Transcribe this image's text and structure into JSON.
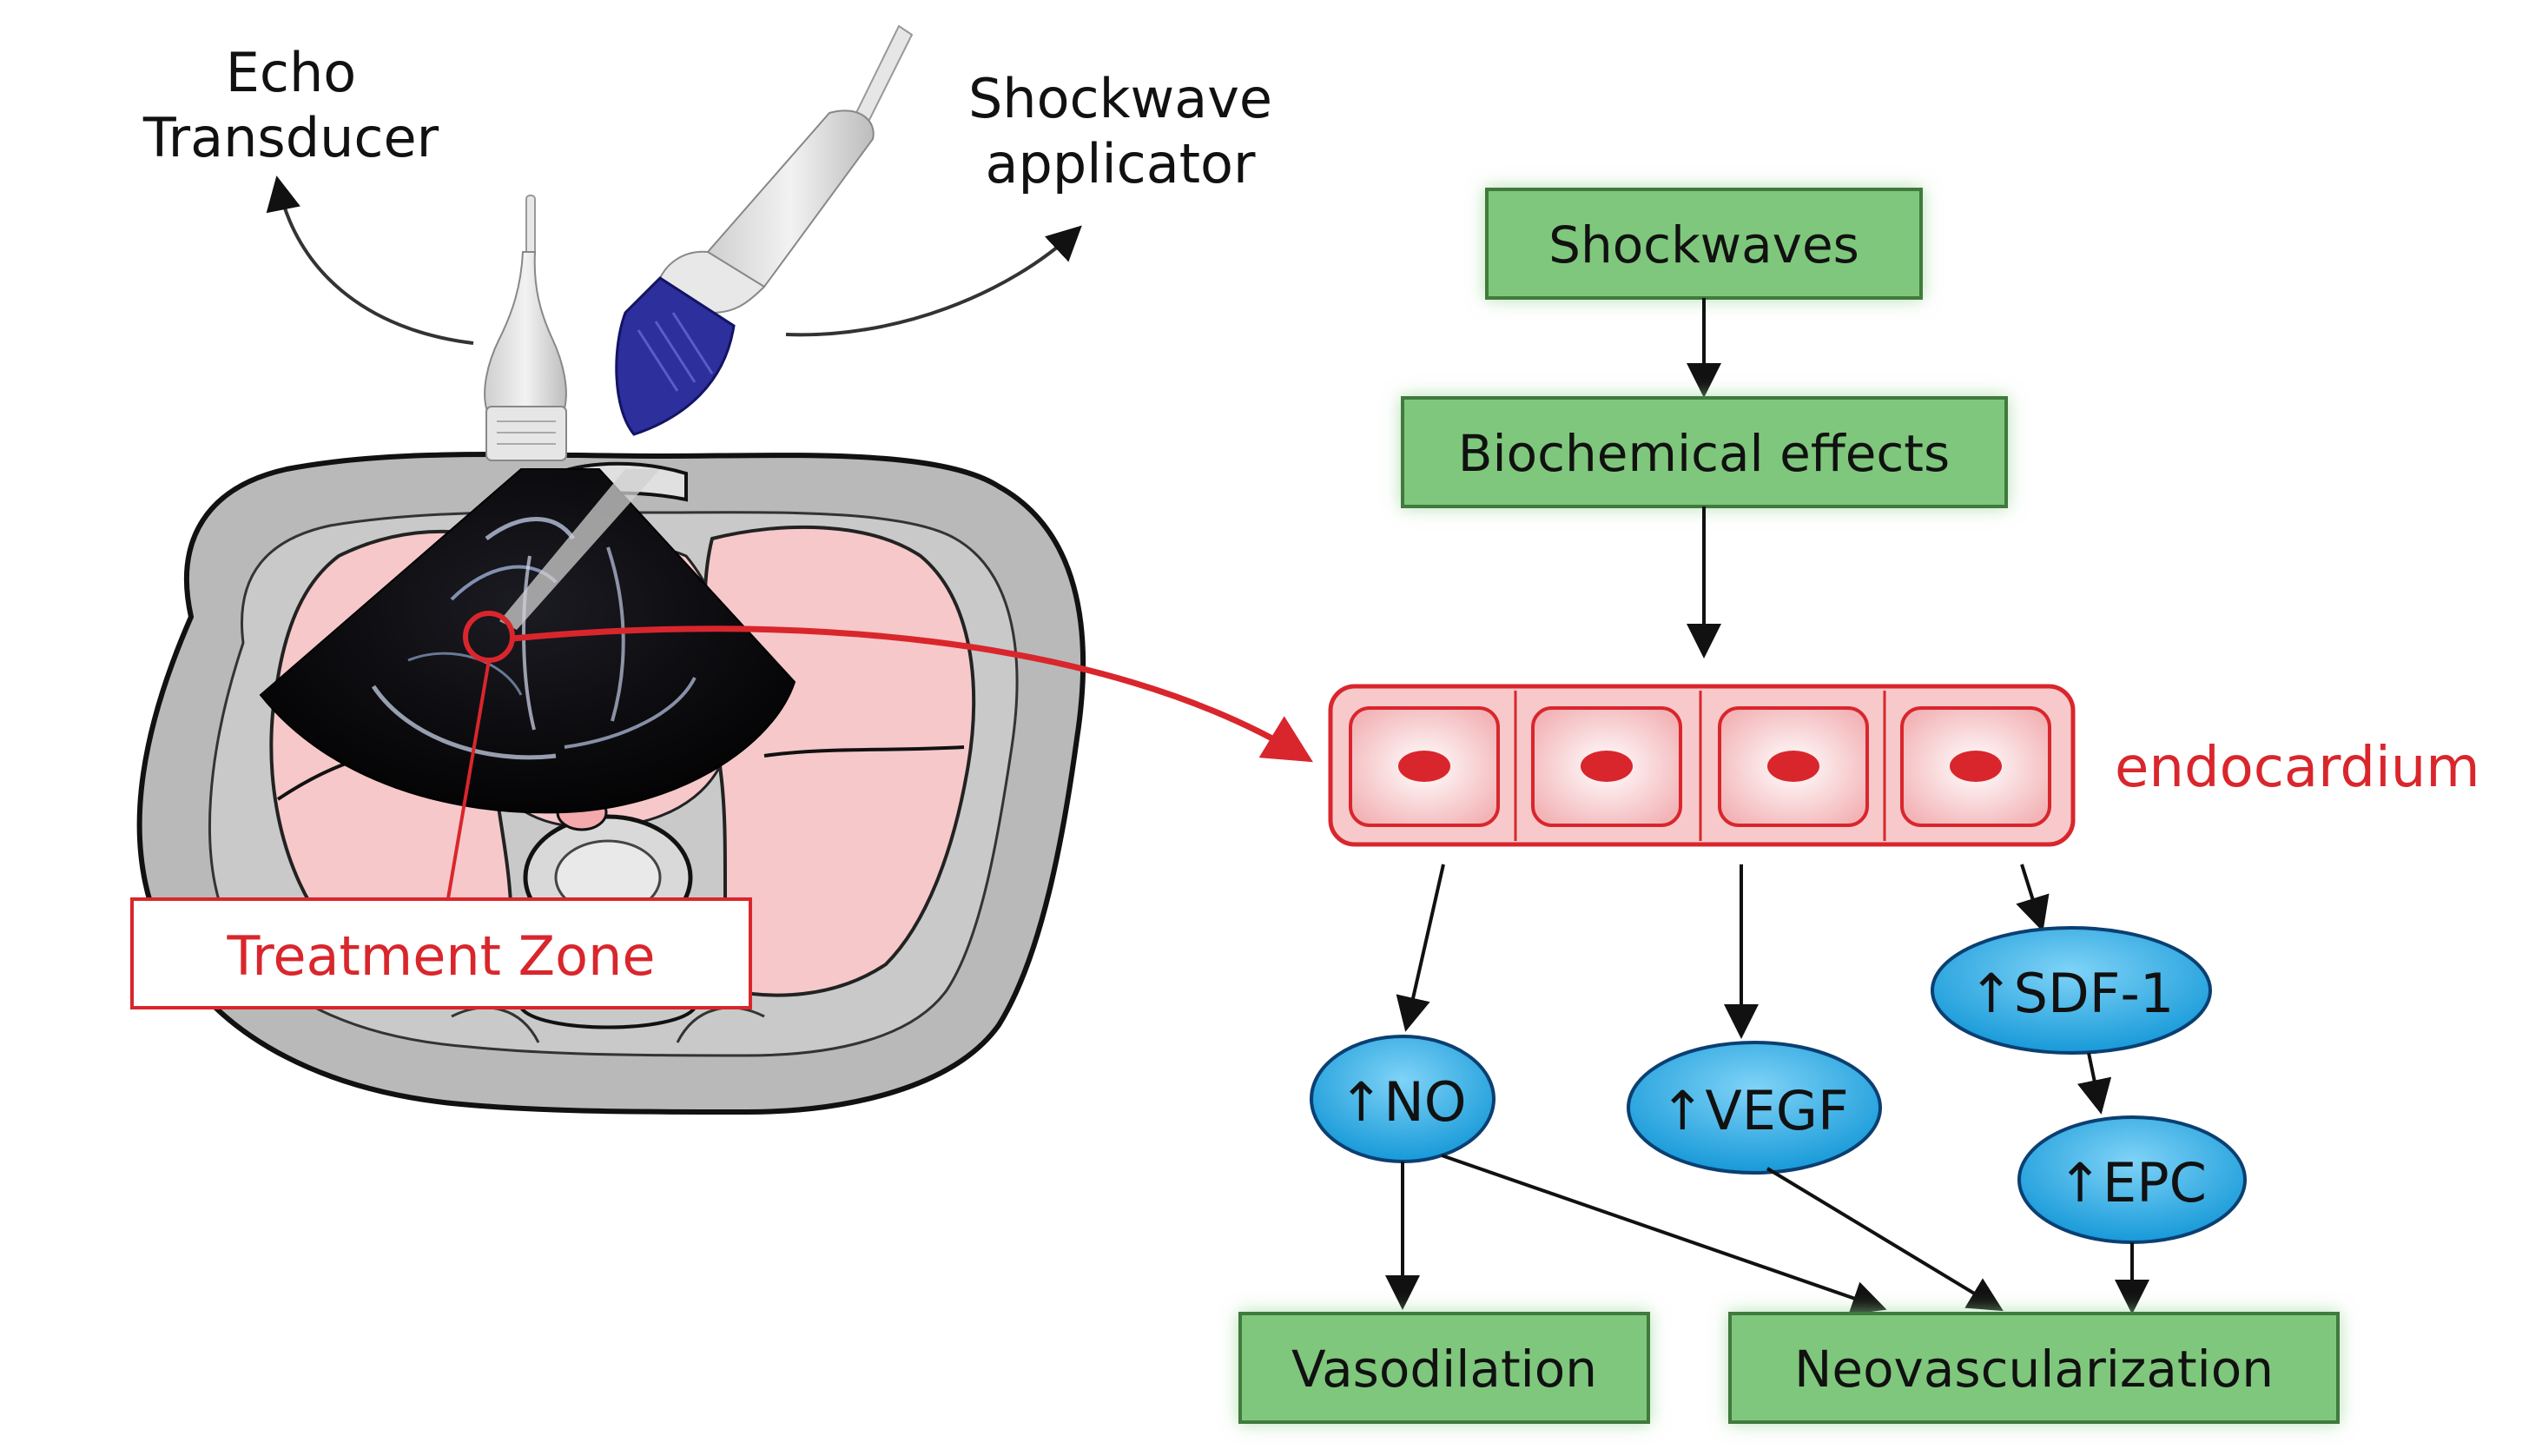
{
  "labels": {
    "echo_line1": "Echo",
    "echo_line2": "Transducer",
    "shockwave_line1": "Shockwave",
    "shockwave_line2": "applicator",
    "treatment_zone": "Treatment Zone",
    "endocardium": "endocardium"
  },
  "flow": {
    "shockwaves": "Shockwaves",
    "biochemical": "Biochemical effects",
    "no": "↑NO",
    "vegf": "↑VEGF",
    "sdf1": "↑SDF-1",
    "epc": "↑EPC",
    "vasodilation": "Vasodilation",
    "neovascularization": "Neovascularization"
  },
  "colors": {
    "box_green": "#7fc77c",
    "box_border": "#3f7a3c",
    "oval_blue": "#1aa6e6",
    "oval_border": "#0b3f72",
    "accent_red": "#d9262c",
    "cell_fill": "#f7c9cb",
    "lung_pink": "#f6c8c9",
    "body_gray": "#b9b9b9",
    "applicator_blue": "#2c2f9c"
  }
}
